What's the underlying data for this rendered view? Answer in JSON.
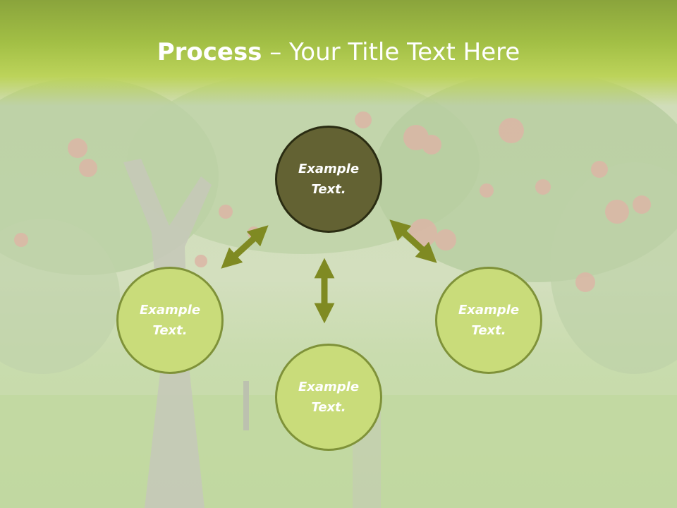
{
  "slide": {
    "title_bold": "Process",
    "title_rest": " – Your Title Text Here",
    "colors": {
      "title_band": "#a2bf45",
      "node_fill_light": "#c9dc7a",
      "node_border_light": "#7f9239",
      "node_fill_dark": "#636233",
      "node_border_dark": "#2a2c12",
      "arrow": "#7f8a22",
      "text": "#ffffff"
    }
  },
  "nodes": {
    "top": {
      "line1": "Example",
      "line2": "Text."
    },
    "left": {
      "line1": "Example",
      "line2": "Text."
    },
    "right": {
      "line1": "Example",
      "line2": "Text."
    },
    "bottom": {
      "line1": "Example",
      "line2": "Text."
    }
  },
  "arrows": [
    {
      "name": "arrow-left-top",
      "icon": "double-arrow"
    },
    {
      "name": "arrow-right-top",
      "icon": "double-arrow"
    },
    {
      "name": "arrow-vertical",
      "icon": "double-arrow"
    }
  ]
}
